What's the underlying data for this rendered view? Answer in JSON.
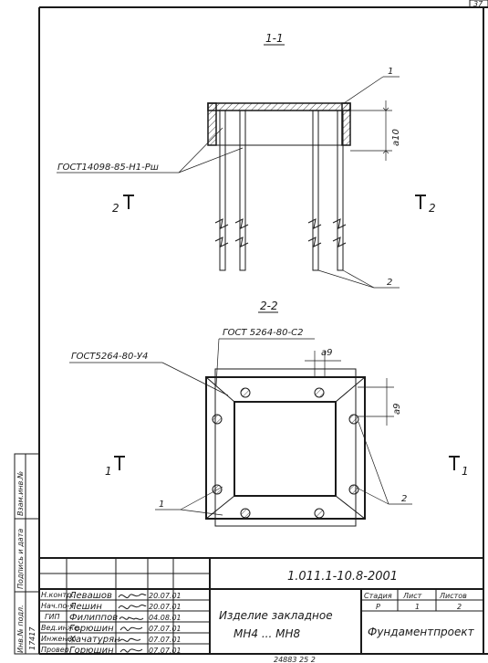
{
  "sheet": {
    "page_number": "37",
    "code": "1.011.1-10.8-2001",
    "bottom_stamp": "24883   25   2"
  },
  "section_1": {
    "title": "1-1",
    "gost_bar": "ГОСТ14098-85-Н1-Рш",
    "dim_label": "a10",
    "callout_1": "1",
    "callout_2": "2",
    "cut_left": "2",
    "cut_right": "2"
  },
  "section_2": {
    "title": "2-2",
    "gost_top": "ГОСТ 5264-80-С2",
    "gost_left": "ГОСТ5264-80-У4",
    "dim_top": "a9",
    "dim_right": "a9",
    "callout_1": "1",
    "callout_2": "2",
    "cut_left": "1",
    "cut_right": "1"
  },
  "left_strip": {
    "label_1": "Инв.№ подл.",
    "label_2": "Подпись и дата",
    "label_3": "Взам.инв.№",
    "inv_no": "17417"
  },
  "title_block": {
    "roles": [
      "Н.контр.",
      "Нач.по-ч",
      "ГИП",
      "Вед.инже.",
      "Инженер",
      "Провер."
    ],
    "names": [
      "Левашов",
      "Лешин",
      "Филиппов",
      "Горюшин",
      "Хачатурян",
      "Горюшин"
    ],
    "dates": [
      "20.07.01",
      "20.07.01",
      "04.08.01",
      "07.07.01",
      "07.07.01",
      "07.07.01"
    ],
    "product_line1": "Изделие закладное",
    "product_line2": "МН4 ... МН8",
    "stage_header": "Стадия",
    "sheet_header": "Лист",
    "sheets_header": "Листов",
    "stage": "Р",
    "sheet": "1",
    "sheets": "2",
    "org": "Фундаментпроект"
  }
}
